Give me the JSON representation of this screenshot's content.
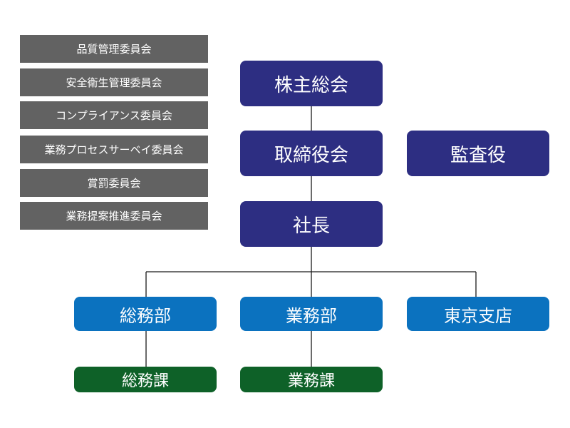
{
  "committees": [
    "品質管理委員会",
    "安全衛生管理委員会",
    "コンプライアンス委員会",
    "業務プロセスサーベイ委員会",
    "賞罰委員会",
    "業務提案推進委員会"
  ],
  "org": {
    "shareholders": "株主総会",
    "board": "取締役会",
    "auditor": "監査役",
    "president": "社長",
    "general_affairs": "総務部",
    "business": "業務部",
    "tokyo_branch": "東京支店",
    "general_affairs_section": "総務課",
    "business_section": "業務課"
  },
  "colors": {
    "committee": "#626262",
    "executive": "#2d2e82",
    "department": "#0b72bf",
    "section": "#0e6128",
    "line": "#1a1a1a"
  }
}
